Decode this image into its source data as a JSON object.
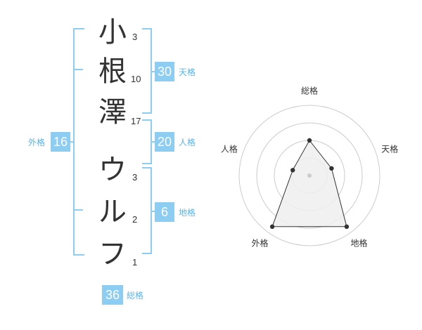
{
  "name": {
    "chars": [
      {
        "char": "小",
        "strokes": "3"
      },
      {
        "char": "根",
        "strokes": "10"
      },
      {
        "char": "澤",
        "strokes": "17"
      },
      {
        "char": "ウ",
        "strokes": "3"
      },
      {
        "char": "ル",
        "strokes": "2"
      },
      {
        "char": "フ",
        "strokes": "1"
      }
    ]
  },
  "fortune": {
    "tenkaku": {
      "value": "30",
      "label": "天格"
    },
    "jinkaku": {
      "value": "20",
      "label": "人格"
    },
    "chikaku": {
      "value": "6",
      "label": "地格"
    },
    "gaikaku": {
      "value": "16",
      "label": "外格"
    },
    "soukaku": {
      "value": "36",
      "label": "総格"
    }
  },
  "colors": {
    "accent": "#8ecdf2",
    "label": "#5bb4e8",
    "text": "#333333",
    "grid": "#cccccc",
    "polygon_fill": "#eeeeee"
  },
  "chart_data": {
    "type": "radar",
    "axes": [
      "総格",
      "天格",
      "地格",
      "外格",
      "人格"
    ],
    "values": [
      0.5,
      0.33,
      0.9,
      0.9,
      0.25
    ],
    "rings": 4,
    "range": [
      0,
      1
    ]
  }
}
